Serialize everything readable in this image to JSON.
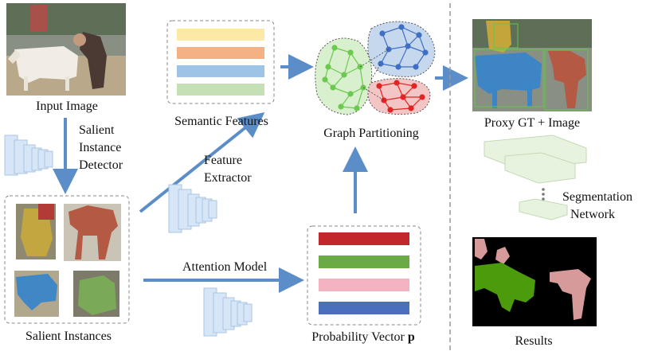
{
  "labels": {
    "input_image": "Input Image",
    "detector": [
      "Salient",
      "Instance",
      "Detector"
    ],
    "salient_instances": "Salient Instances",
    "semantic_features": "Semantic Features",
    "feature_extractor": [
      "Feature",
      "Extractor"
    ],
    "attention_model": "Attention Model",
    "graph_partitioning": "Graph Partitioning",
    "probability_vector": "Probability Vector",
    "probability_symbol": "p",
    "proxy_gt": "Proxy GT + Image",
    "segmentation_network": [
      "Segmentation",
      "Network"
    ],
    "results": "Results"
  },
  "semantic_feature_bars": [
    "#fbe9a5",
    "#f4b183",
    "#9dc3e6",
    "#c5e0b4"
  ],
  "probability_bars": [
    "#c0282c",
    "#6aab45",
    "#f4b3bf",
    "#4a6fbd"
  ],
  "graph_clusters": [
    {
      "name": "green",
      "fill": "#d9f0cf",
      "node": "#6cc94f"
    },
    {
      "name": "blue",
      "fill": "#c6d8ee",
      "node": "#3f6fc2"
    },
    {
      "name": "red",
      "fill": "#f4c5c5",
      "node": "#e02424"
    }
  ],
  "colors": {
    "arrow": "#5b8ec8",
    "dashed_divider": "#999999",
    "network_block": "#d6e6f7",
    "seg_block": "#e8f3df",
    "result_background": "#000000",
    "result_green": "#4b9b0c",
    "result_pink": "#d79a9a"
  }
}
